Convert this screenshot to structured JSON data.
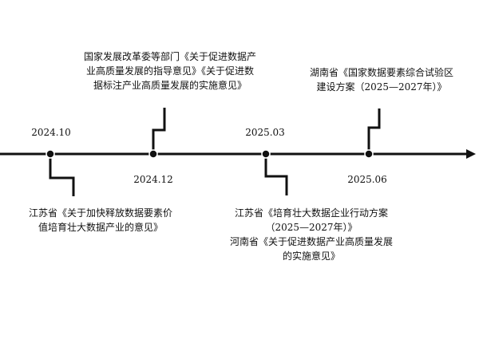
{
  "events": [
    {
      "date": "2024.10",
      "lines": [
        "江苏省《关于加快释放数据要素价",
        "值培育壮大数据产业的意见》"
      ]
    },
    {
      "date": "2024.12",
      "lines": [
        "国家发展改革委等部门《关于促进数据产",
        "业高质量发展的指导意见》《关于促进数",
        "据标注产业高质量发展的实施意见》"
      ]
    },
    {
      "date": "2025.03",
      "lines": [
        "江苏省《培育壮大数据企业行动方案",
        "（2025—2027年）》",
        "河南省《关于促进数据产业高质量发展",
        "的实施意见》"
      ]
    },
    {
      "date": "2025.06",
      "lines": [
        "湖南省《国家数据要素综合试验区",
        "建设方案（2025—2027年）》"
      ]
    }
  ]
}
